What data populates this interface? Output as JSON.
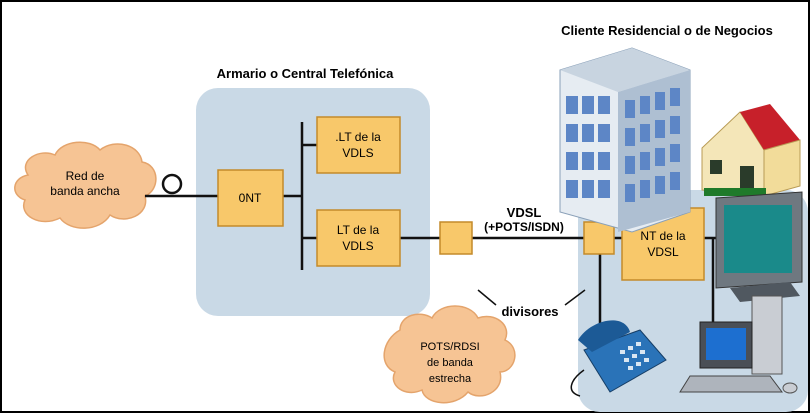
{
  "labels": {
    "cloud_left": [
      "Red de",
      "banda ancha"
    ],
    "cloud_bottom": [
      "POTS/RDSI",
      "de banda",
      "estrecha"
    ],
    "central_title": "Armario o Central Telefónica",
    "client_title": "Cliente Residencial o de Negocios",
    "ont": "0NT",
    "lt_top": [
      ".LT de la",
      "VDLS"
    ],
    "lt_bottom": [
      "LT de la",
      "VDLS"
    ],
    "vdsl_line1": "VDSL",
    "vdsl_line2": "(+POTS/ISDN)",
    "divisores": "divisores",
    "nt": [
      "NT de la",
      "VDSL"
    ]
  },
  "colors": {
    "panel": "#c9d9e6",
    "box": "#f8c86a",
    "box_border": "#c48a2a",
    "cloud": "#f6c494",
    "line": "#111111"
  },
  "icons": [
    "building-icon",
    "house-icon",
    "monitor-icon",
    "computer-icon",
    "telephone-icon"
  ]
}
